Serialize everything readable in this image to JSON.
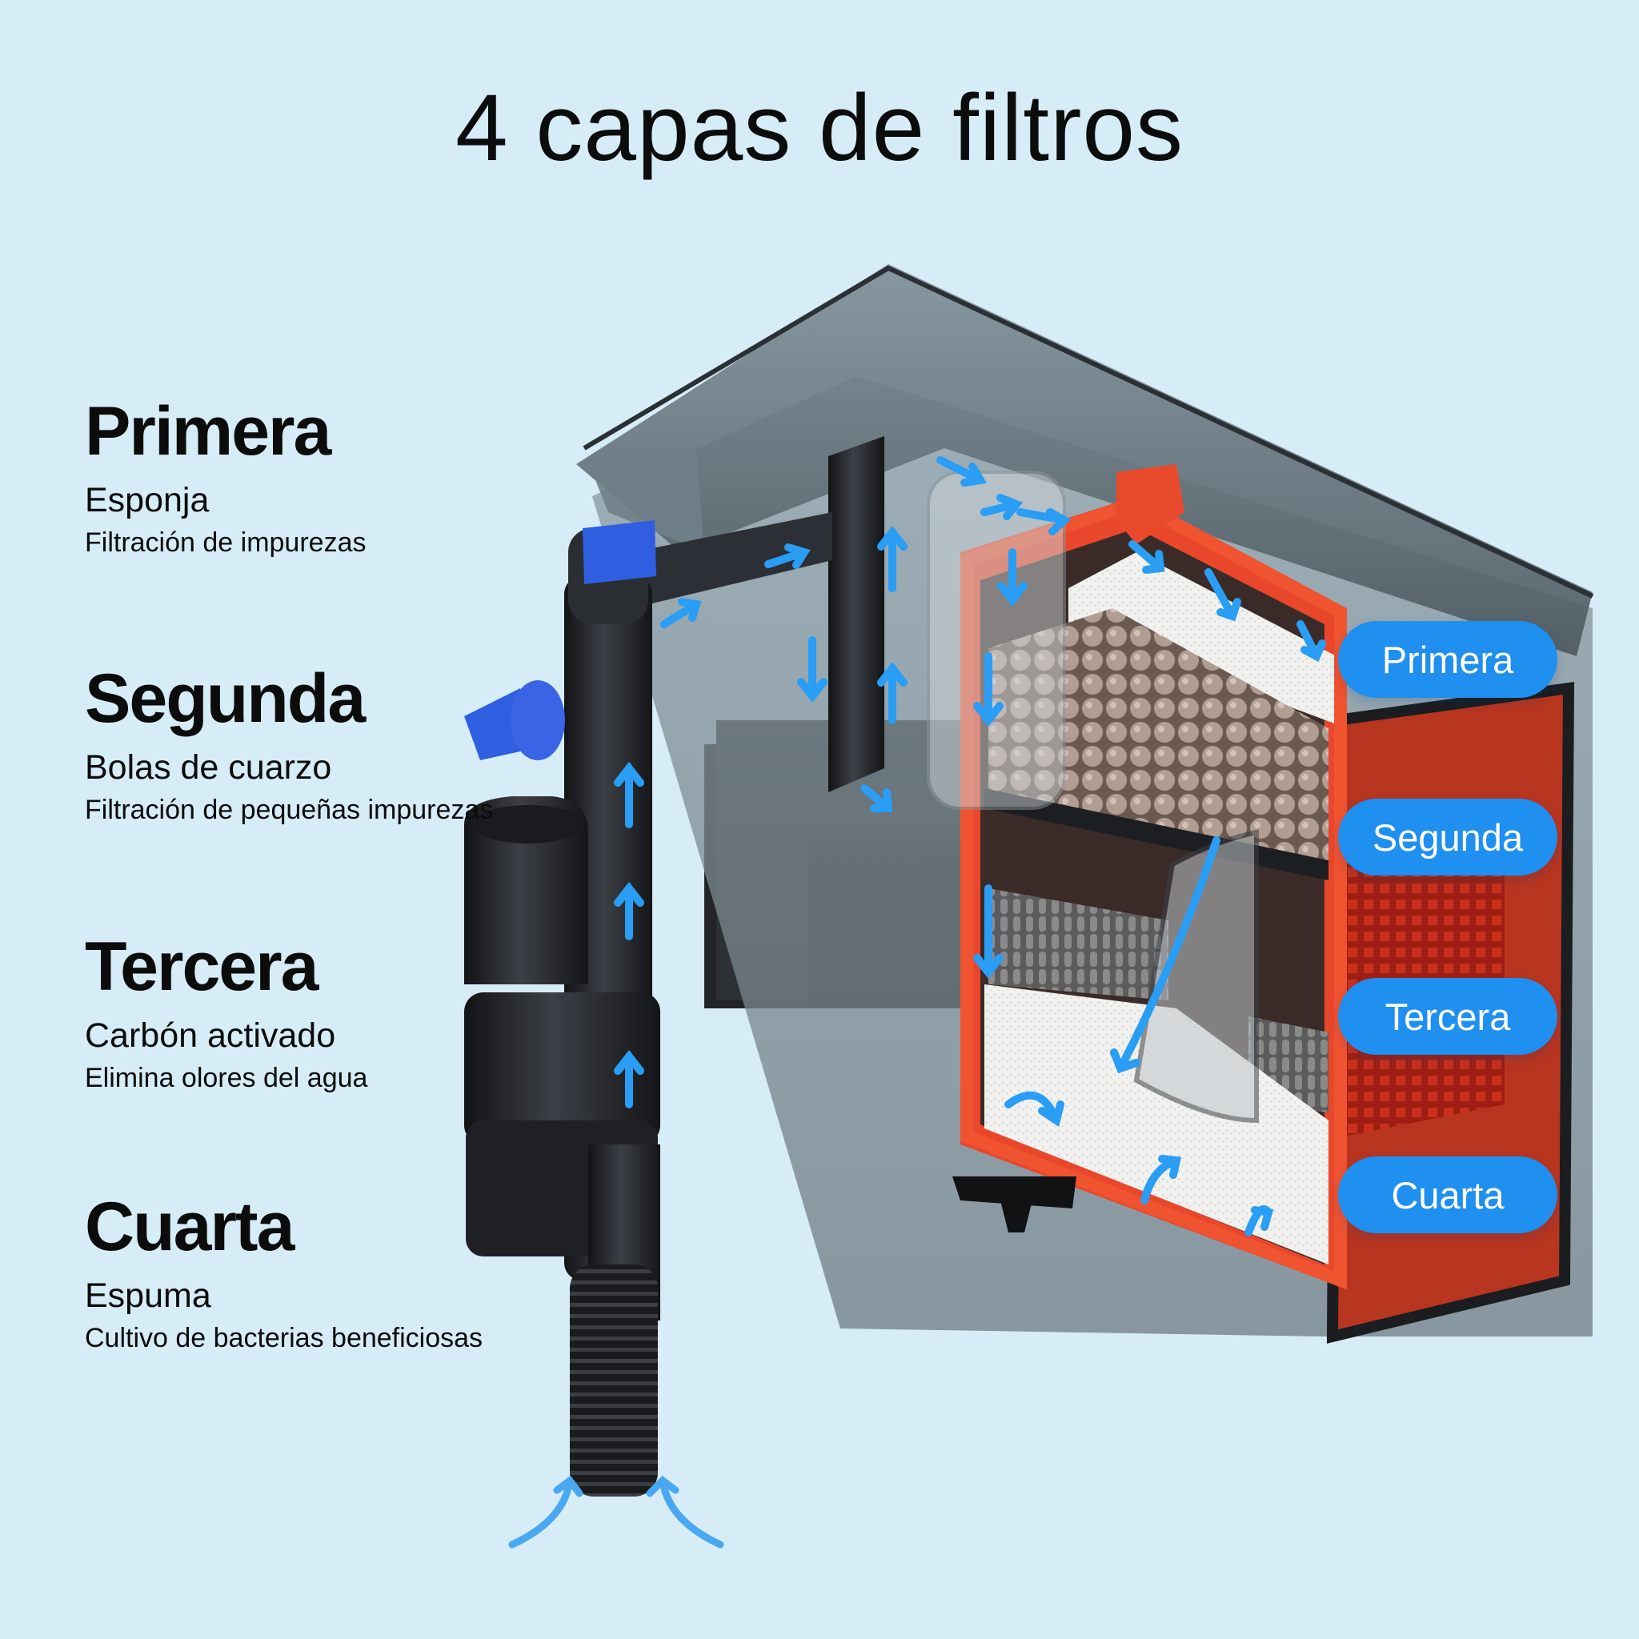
{
  "title": "4 capas de filtros",
  "layers": [
    {
      "ordinal": "Primera",
      "material": "Esponja",
      "purpose": "Filtración de impurezas"
    },
    {
      "ordinal": "Segunda",
      "material": "Bolas de cuarzo",
      "purpose": "Filtración de pequeñas impurezas"
    },
    {
      "ordinal": "Tercera",
      "material": "Carbón activado",
      "purpose": "Elimina olores del agua"
    },
    {
      "ordinal": "Cuarta",
      "material": "Espuma",
      "purpose": "Cultivo de bacterias beneficiosas"
    }
  ],
  "callouts": [
    "Primera",
    "Segunda",
    "Tercera",
    "Cuarta"
  ],
  "colors": {
    "background": "#d6ecf7",
    "accent": "#1f8ff0",
    "frame": "#e8452c",
    "housing": "#1b1d20"
  },
  "icons": [
    "flow-arrow-icon",
    "intake-arrow-icon"
  ]
}
